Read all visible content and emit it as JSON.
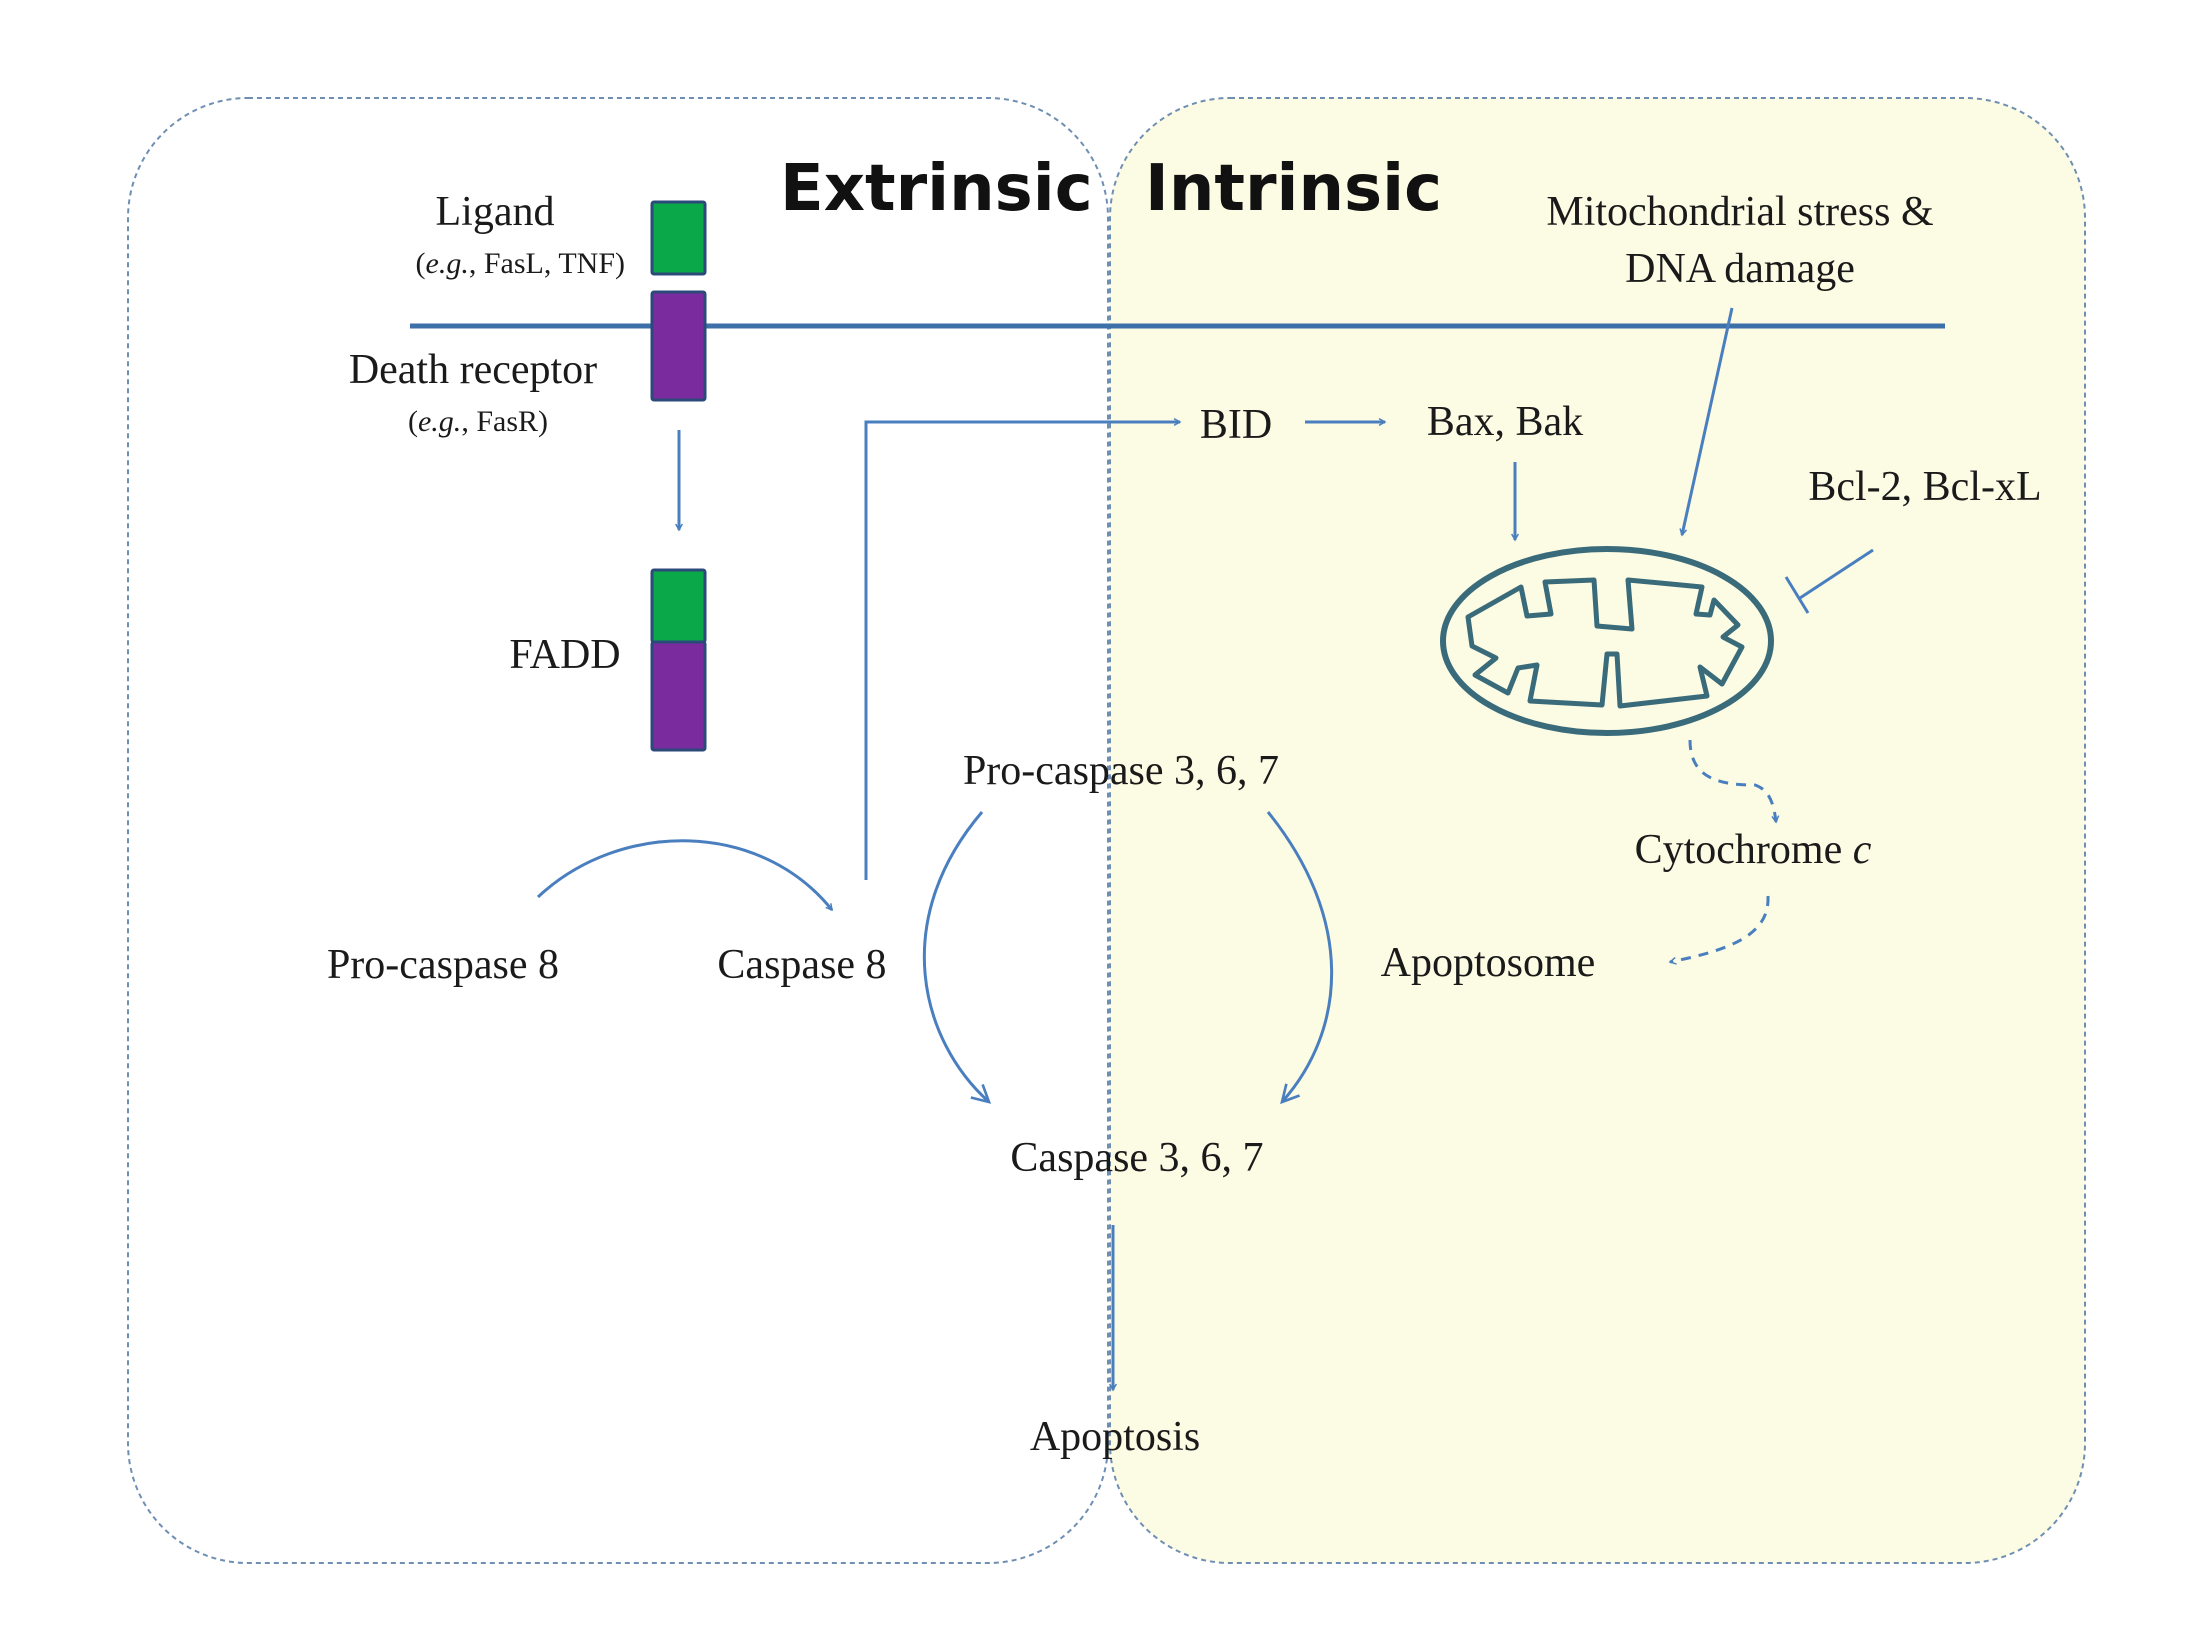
{
  "colors": {
    "arrow": "#4a7fbf",
    "membrane": "#3d6fa8",
    "intrinsic_bg": "#fcfbe4",
    "region_border": "#6f8fb2",
    "ligand_green": "#0ba84a",
    "receptor_purple": "#7a2c9e",
    "mitochondrion": "#3a6b7a"
  },
  "regions": {
    "extrinsic": {
      "title": "Extrinsic"
    },
    "intrinsic": {
      "title": "Intrinsic"
    }
  },
  "labels": {
    "ligand": "Ligand",
    "ligand_eg_italic": "e.g.",
    "ligand_eg_rest": ", FasL, TNF)",
    "death_receptor": "Death receptor",
    "receptor_eg_italic": "e.g.",
    "receptor_eg_rest": ", FasR)",
    "open_paren": "(",
    "fadd": "FADD",
    "pro_caspase_8": "Pro-caspase 8",
    "caspase_8": "Caspase 8",
    "bid": "BID",
    "bax_bak": "Bax, Bak",
    "stress_line1": "Mitochondrial stress &",
    "stress_line2": "DNA damage",
    "bcl": "Bcl-2, Bcl-xL",
    "cytochrome": "Cytochrome ",
    "cytochrome_c": "c",
    "pro_caspase_367": "Pro-caspase 3, 6, 7",
    "apoptosome": "Apoptosome",
    "caspase_367": "Caspase 3, 6, 7",
    "apoptosis": "Apoptosis"
  }
}
